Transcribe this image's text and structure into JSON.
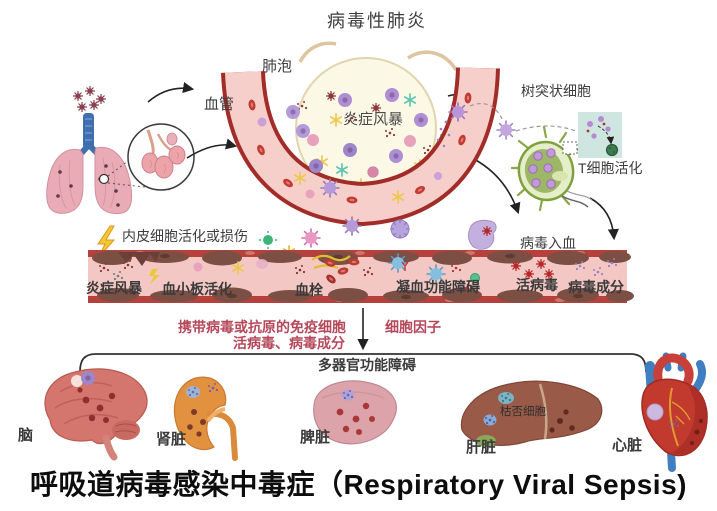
{
  "top_title": "病毒性肺炎",
  "lung_section": {
    "alveolus_label": "肺泡",
    "vessel_label": "血管",
    "storm_label": "炎症风暴"
  },
  "lymph_section": {
    "dendritic_label": "树突状细胞",
    "tcell_label": "T细胞活化"
  },
  "blood_section": {
    "virus_to_blood_label": "病毒入血",
    "endothelium_label": "内皮细胞活化或损伤",
    "band_labels": [
      "炎症风暴",
      "血小板活化",
      "血栓",
      "凝血功能障碍",
      "活病毒",
      "病毒成分"
    ]
  },
  "dissemination": {
    "carrier_line1": "携带病毒或抗原的免疫细胞",
    "carrier_line2": "活病毒、病毒成分",
    "cytokines_label": "细胞因子",
    "modf_label": "多器官功能障碍"
  },
  "organs": [
    {
      "id": "brain",
      "label": "脑"
    },
    {
      "id": "kidney",
      "label": "肾脏"
    },
    {
      "id": "spleen",
      "label": "脾脏"
    },
    {
      "id": "liver",
      "label": "肝脏",
      "cell_label": "枯否细胞"
    },
    {
      "id": "heart",
      "label": "心脏"
    }
  ],
  "bottom_title": "呼吸道病毒感染中毒症（Respiratory Viral Sepsis)",
  "colors": {
    "vessel_red": "#a12c28",
    "vessel_pink": "#f7cfca",
    "band_border_red": "#b5403c",
    "band_pink": "#f3c8c4",
    "endothelium_brown": "#7c4f44",
    "rose_text": "#b5495b",
    "label_gray": "#3d3d3d",
    "lightning_yellow": "#f2c733",
    "alveolus_cream": "#fcf8e6"
  }
}
